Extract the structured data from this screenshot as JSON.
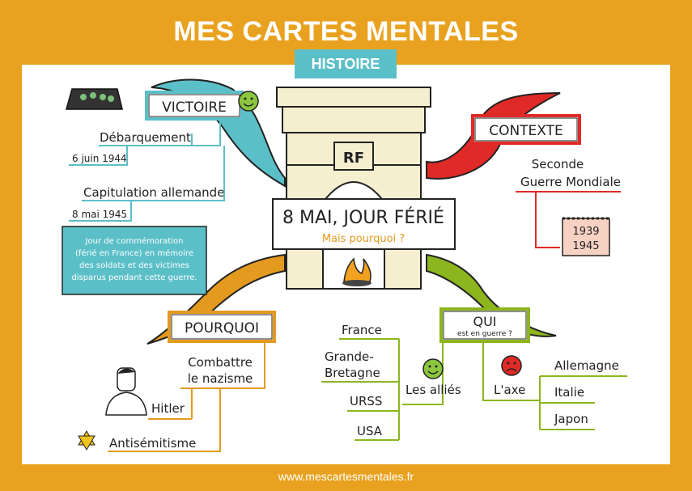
{
  "header": {
    "title": "MES CARTES MENTALES",
    "subject": "HISTOIRE"
  },
  "footer": {
    "url": "www.mescartesmentales.fr"
  },
  "center": {
    "title": "8 MAI, JOUR FÉRIÉ",
    "question": "Mais pourquoi ?",
    "monument_label": "RF"
  },
  "victoire": {
    "label": "VICTOIRE",
    "items": [
      "Débarquement",
      "Capitulation allemande"
    ],
    "dates": [
      "6 juin 1944",
      "8 mai 1945"
    ],
    "note": [
      "Jour de commémoration",
      "(férié en France) en mémoire",
      "des soldats et des victimes",
      "disparus pendant cette guerre."
    ]
  },
  "contexte": {
    "label": "CONTEXTE",
    "items": [
      "Seconde",
      "Guerre Mondiale"
    ],
    "calendar_years": [
      "1939",
      "1945"
    ]
  },
  "pourquoi": {
    "label": "POURQUOI",
    "items": [
      "Combattre",
      "le nazisme",
      "Hitler",
      "Antisémitisme"
    ]
  },
  "qui": {
    "label": "QUI",
    "sublabel": "est en guerre ?",
    "allies_label": "Les alliés",
    "allies": [
      "France",
      "Grande-",
      "Bretagne",
      "URSS",
      "USA"
    ],
    "axe_label": "L'axe",
    "axe": [
      "Allemagne",
      "Italie",
      "Japon"
    ]
  },
  "colors": {
    "frame": "#e9a21f",
    "victoire": "#5bbfc8",
    "contexte": "#e02a27",
    "pourquoi": "#e39a1f",
    "qui": "#8cb51e"
  }
}
